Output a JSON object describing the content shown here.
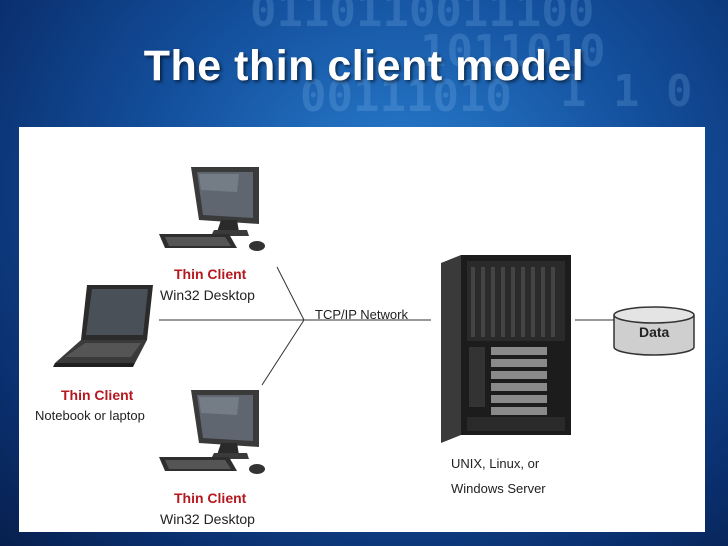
{
  "slide": {
    "title": "The thin client model"
  },
  "diagram": {
    "clients": [
      {
        "role": "Thin Client",
        "description": "Win32 Desktop",
        "icon": "desktop-computer-icon"
      },
      {
        "role": "Thin Client",
        "description": "Notebook or laptop",
        "icon": "laptop-icon"
      },
      {
        "role": "Thin Client",
        "description": "Win32 Desktop",
        "icon": "desktop-computer-icon"
      }
    ],
    "network_label": "TCP/IP Network",
    "server_label_line1": "UNIX, Linux, or",
    "server_label_line2": "Windows Server",
    "data_label": "Data",
    "colors": {
      "accent_red": "#b5191f",
      "background_blue": "#134f9c",
      "panel": "#ffffff"
    }
  }
}
